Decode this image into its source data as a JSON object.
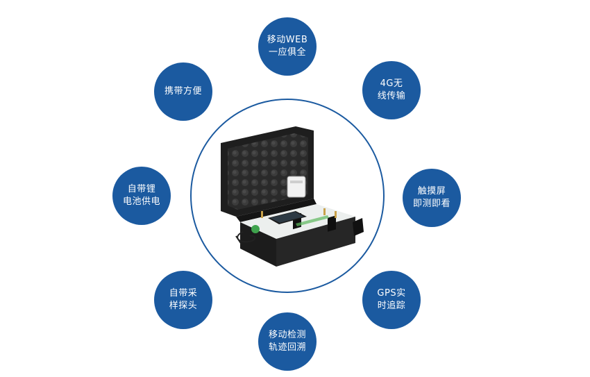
{
  "features": [
    {
      "id": "f1",
      "line1": "移动WEB",
      "line2": "一应俱全"
    },
    {
      "id": "f2",
      "line1": "携带方便",
      "line2": ""
    },
    {
      "id": "f3",
      "line1": "4G无",
      "line2": "线传输"
    },
    {
      "id": "f4",
      "line1": "自带锂",
      "line2": "电池供电"
    },
    {
      "id": "f5",
      "line1": "触摸屏",
      "line2": "即测即看"
    },
    {
      "id": "f6",
      "line1": "自带采",
      "line2": "样探头"
    },
    {
      "id": "f7",
      "line1": "GPS实",
      "line2": "时追踪"
    },
    {
      "id": "f8",
      "line1": "移动检测",
      "line2": "轨迹回溯"
    }
  ],
  "colors": {
    "feature_bg": "#1b5aa0",
    "ring": "#1b5aa0",
    "text": "#ffffff"
  },
  "center_image": "portable-detector-case-icon"
}
